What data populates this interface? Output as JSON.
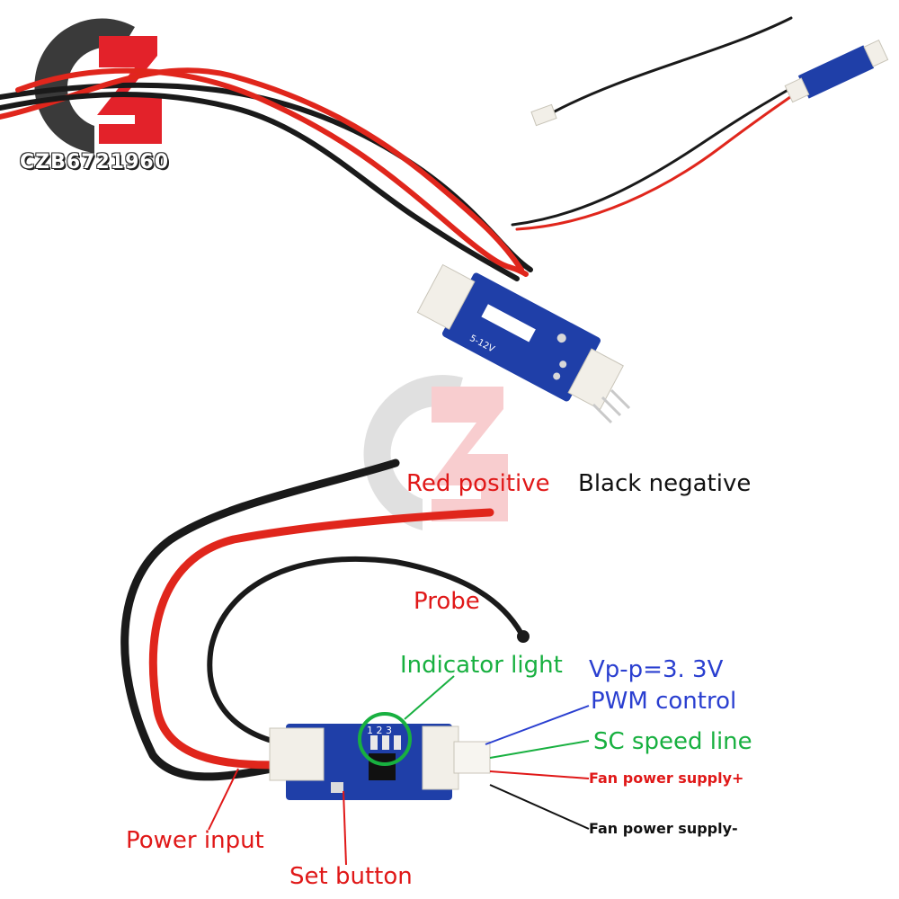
{
  "watermark": {
    "brand_text": "CZB6721960"
  },
  "labels": {
    "red_positive": "Red positive",
    "black_negative": "Black negative",
    "probe": "Probe",
    "indicator_light": "Indicator light",
    "vpp": "Vp-p=3. 3V",
    "pwm_control": "PWM control",
    "sc_speed_line": "SC speed line",
    "fan_power_plus": "Fan power supply+",
    "fan_power_minus": "Fan power supply-",
    "power_input": "Power input",
    "set_button": "Set button"
  },
  "board_markings": {
    "voltage": "5-12V",
    "pins": "1 2 3"
  },
  "colors": {
    "wire_red": "#e0261c",
    "wire_black": "#1a1a1a",
    "pcb_blue": "#1f3fa8",
    "label_red": "#e01818",
    "label_green": "#18b040",
    "label_blue": "#2a3fd0",
    "logo_red": "#e3222a",
    "logo_gray": "#3a3a3a"
  }
}
